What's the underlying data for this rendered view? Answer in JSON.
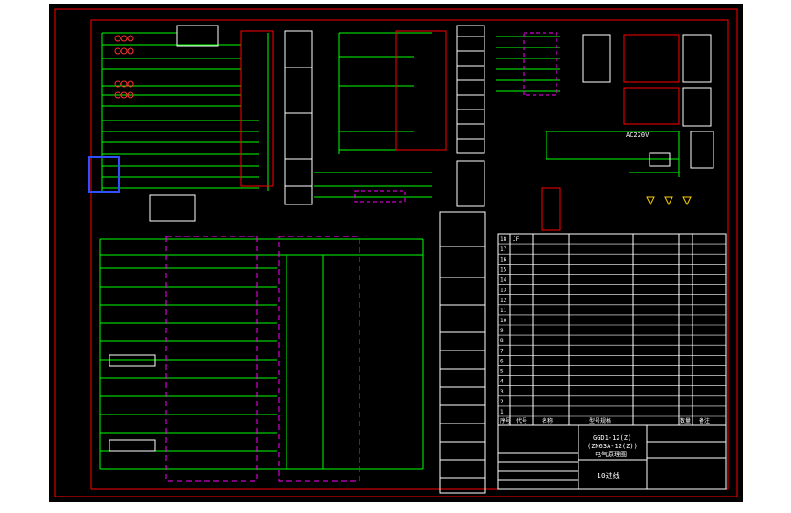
{
  "viewer": {
    "background_color": "#ffffff",
    "canvas_color": "#000000"
  },
  "colors": {
    "frame": "#ff0000",
    "wire": "#00ff00",
    "wire_dashed": "#ff00ff",
    "text": "#ffffff",
    "component": "#ff3030",
    "terminal_block": "#ff00ff",
    "highlight": "#3050ff",
    "table_line": "#ffffff"
  },
  "title_block": {
    "drawing_title_line1": "GGD1-12(Z)",
    "drawing_title_line2": "(ZN63A-12(Z))",
    "drawing_title_line3": "电气原理图",
    "drawing_number": "10进线"
  },
  "bom_header": [
    "序号",
    "代号",
    "名称",
    "型号规格",
    "数量",
    "备注"
  ],
  "bom_rows": [
    {
      "no": "18",
      "code": "JF",
      "name": "",
      "model": "",
      "qty": "",
      "note": ""
    },
    {
      "no": "17",
      "code": "",
      "name": "",
      "model": "",
      "qty": "",
      "note": ""
    },
    {
      "no": "16",
      "code": "",
      "name": "",
      "model": "",
      "qty": "",
      "note": ""
    },
    {
      "no": "15",
      "code": "",
      "name": "",
      "model": "",
      "qty": "",
      "note": ""
    },
    {
      "no": "14",
      "code": "",
      "name": "",
      "model": "",
      "qty": "",
      "note": ""
    },
    {
      "no": "13",
      "code": "",
      "name": "",
      "model": "",
      "qty": "",
      "note": ""
    },
    {
      "no": "12",
      "code": "",
      "name": "",
      "model": "",
      "qty": "",
      "note": ""
    },
    {
      "no": "11",
      "code": "",
      "name": "",
      "model": "",
      "qty": "",
      "note": ""
    },
    {
      "no": "10",
      "code": "",
      "name": "",
      "model": "",
      "qty": "",
      "note": ""
    },
    {
      "no": "9",
      "code": "",
      "name": "",
      "model": "",
      "qty": "",
      "note": ""
    },
    {
      "no": "8",
      "code": "",
      "name": "",
      "model": "",
      "qty": "",
      "note": ""
    },
    {
      "no": "7",
      "code": "",
      "name": "",
      "model": "",
      "qty": "",
      "note": ""
    },
    {
      "no": "6",
      "code": "",
      "name": "",
      "model": "",
      "qty": "",
      "note": ""
    },
    {
      "no": "5",
      "code": "",
      "name": "",
      "model": "",
      "qty": "",
      "note": ""
    },
    {
      "no": "4",
      "code": "",
      "name": "",
      "model": "",
      "qty": "",
      "note": ""
    },
    {
      "no": "3",
      "code": "",
      "name": "",
      "model": "",
      "qty": "",
      "note": ""
    },
    {
      "no": "2",
      "code": "",
      "name": "",
      "model": "",
      "qty": "",
      "note": ""
    },
    {
      "no": "1",
      "code": "",
      "name": "",
      "model": "",
      "qty": "",
      "note": ""
    }
  ],
  "labels": {
    "ac_supply": "AC220V"
  }
}
